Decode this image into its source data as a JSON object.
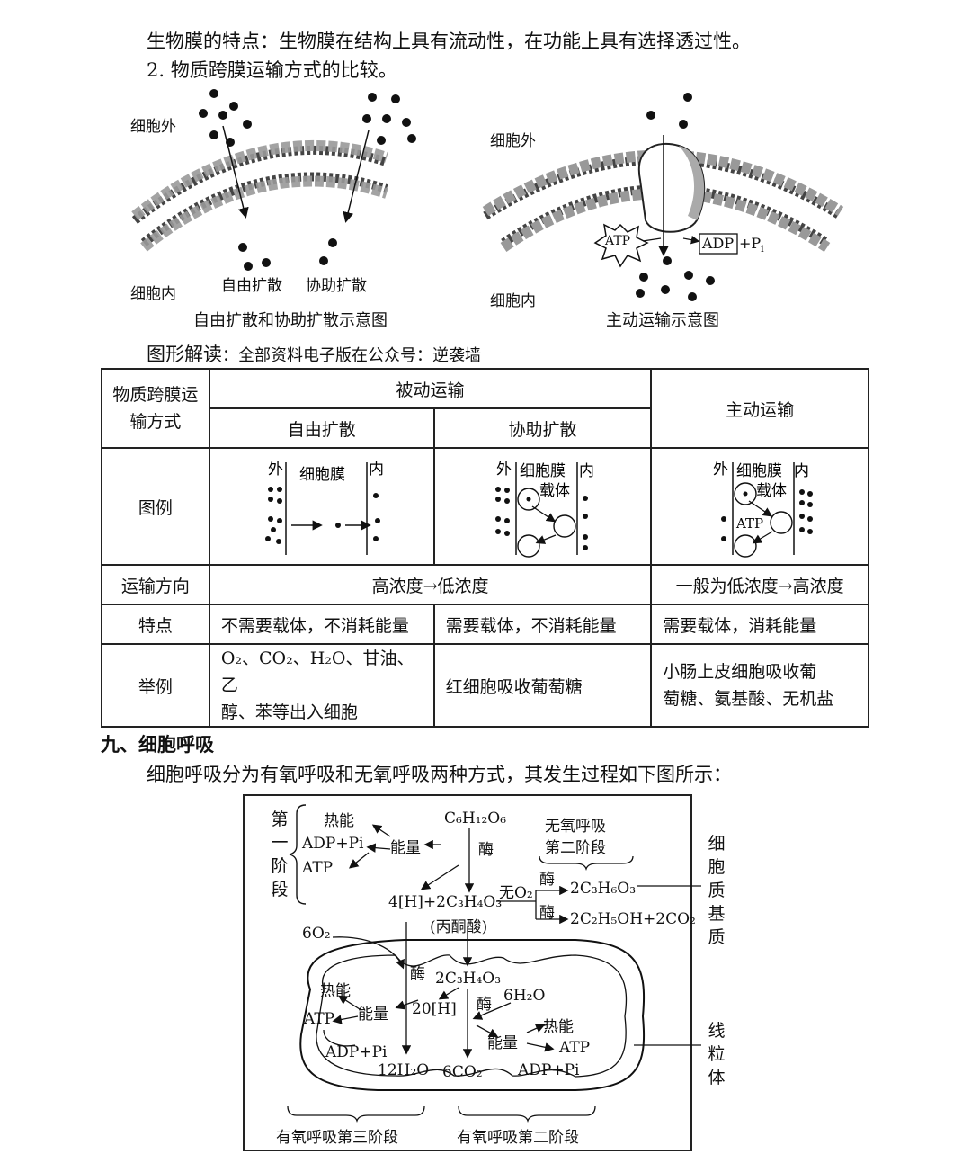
{
  "text": {
    "line1": "生物膜的特点：生物膜在结构上具有流动性，在功能上具有选择透过性。",
    "line2": "2. 物质跨膜运输方式的比较。",
    "fig1_outside": "细胞外",
    "fig1_inside": "细胞内",
    "fig1_free": "自由扩散",
    "fig1_facil": "协助扩散",
    "fig1_caption": "自由扩散和协助扩散示意图",
    "fig2_outside": "细胞外",
    "fig2_inside": "细胞内",
    "fig2_atp": "ATP",
    "fig2_adp": "ADP",
    "fig2_pi": "+P",
    "fig2_pi_sub": "i",
    "fig2_caption": "主动运输示意图",
    "reading_label": "图形解读",
    "reading_note": "：全部资料电子版在公众号：逆袭墙"
  },
  "table": {
    "header_col": "物质跨膜运输方式",
    "passive": "被动运输",
    "active": "主动运输",
    "free": "自由扩散",
    "facil": "协助扩散",
    "row_diagram": "图例",
    "diag_out": "外",
    "diag_in": "内",
    "diag_membrane": "细胞膜",
    "diag_carrier": "载体",
    "diag_atp": "ATP",
    "row_direction": "运输方向",
    "dir_passive": "高浓度→低浓度",
    "dir_active": "一般为低浓度→高浓度",
    "row_feature": "特点",
    "feat_free": "不需要载体，不消耗能量",
    "feat_facil": "需要载体，不消耗能量",
    "feat_active": "需要载体，消耗能量",
    "row_example": "举例",
    "ex_free_1": "O₂、CO₂、H₂O、甘油、乙",
    "ex_free_2": "醇、苯等出入细胞",
    "ex_facil": "红细胞吸收葡萄糖",
    "ex_active_1": "小肠上皮细胞吸收葡",
    "ex_active_2": "萄糖、氨基酸、无机盐"
  },
  "section9": {
    "title": "九、细胞呼吸",
    "intro": "细胞呼吸分为有氧呼吸和无氧呼吸两种方式，其发生过程如下图所示："
  },
  "resp": {
    "stage1": "第一阶段",
    "heat": "热能",
    "adp_pi": "ADP+Pi",
    "atp": "ATP",
    "energy": "能量",
    "glucose": "C₆H₁₂O₆",
    "enzyme": "酶",
    "anaerobic_2": "无氧呼吸",
    "anaerobic_2b": "第二阶段",
    "pyruvate_eq": "4[H]+2C₃H₄O₃",
    "pyruvate": "(丙酮酸)",
    "no_o2": "无O₂",
    "lactic": "2C₃H₆O₃",
    "ethanol": "2C₂H₅OH+2CO₂",
    "cytoplasm": "细胞质基质",
    "o2": "6O₂",
    "pyr2": "2C₃H₄O₃",
    "h20": "20[H]",
    "h2o6": "6H₂O",
    "water12": "12H₂O",
    "co2": "6CO₂",
    "mito": "线粒体",
    "stage3": "有氧呼吸第三阶段",
    "stage2": "有氧呼吸第二阶段"
  }
}
